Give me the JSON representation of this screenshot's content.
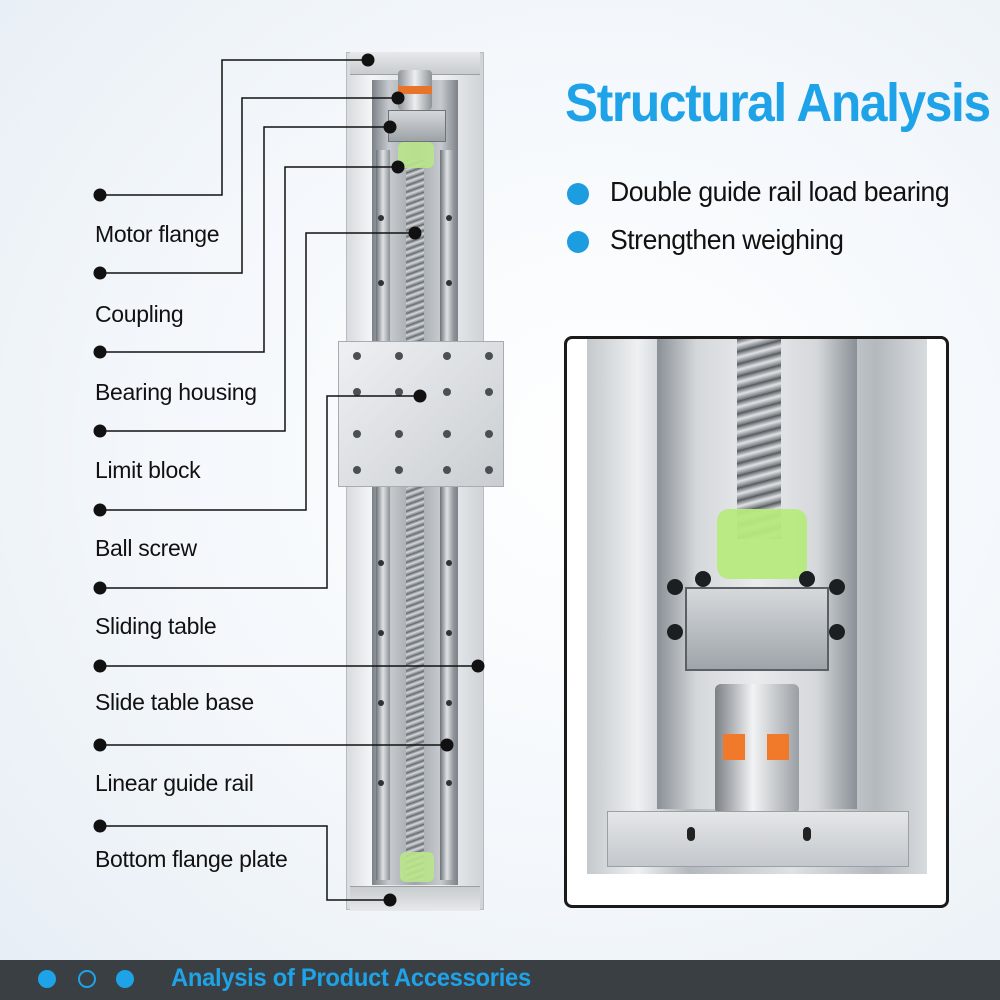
{
  "title": "Structural Analysis",
  "bullets": [
    "Double guide rail load bearing",
    "Strengthen weighing"
  ],
  "parts": [
    "Motor flange",
    "Coupling",
    "Bearing housing",
    "Limit block",
    "Ball screw",
    "Sliding table",
    "Slide table base",
    "Linear guide rail",
    "Bottom flange plate"
  ],
  "footer": {
    "text": "Analysis of Product Accessories"
  },
  "colors": {
    "accent": "#1ea3e8",
    "footer_bg": "#3a3f44",
    "limit_block": "#b9e58a",
    "coupling_spider": "#e8742a"
  }
}
